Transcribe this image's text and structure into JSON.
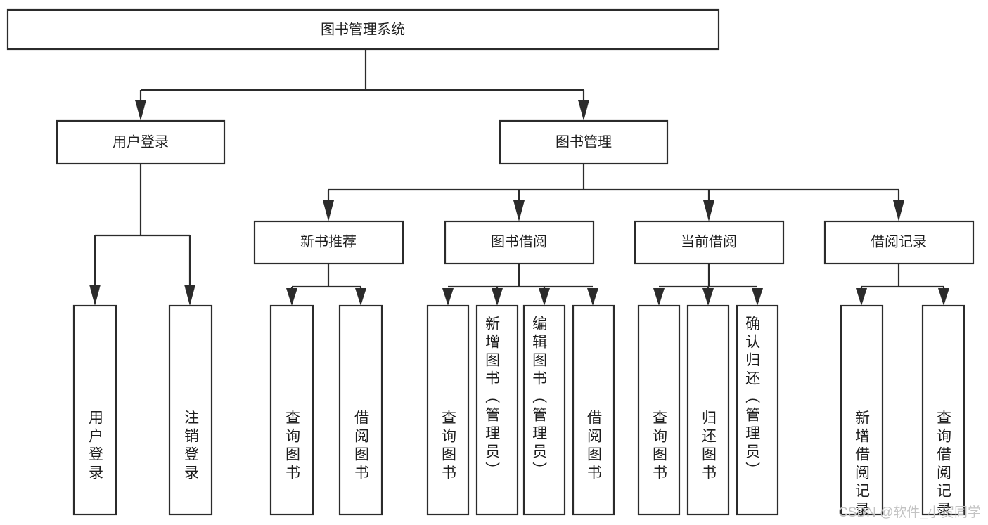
{
  "diagram": {
    "type": "tree-hierarchy",
    "orientation": "top-down",
    "title": "图书管理系统",
    "root": {
      "id": "root",
      "label": "图书管理系统"
    },
    "level2": [
      {
        "id": "user-login",
        "label": "用户登录"
      },
      {
        "id": "book-manage",
        "label": "图书管理"
      }
    ],
    "level3": [
      {
        "id": "new-book-recommend",
        "label": "新书推荐",
        "parent": "book-manage"
      },
      {
        "id": "book-borrow",
        "label": "图书借阅",
        "parent": "book-manage"
      },
      {
        "id": "current-borrow",
        "label": "当前借阅",
        "parent": "book-manage"
      },
      {
        "id": "borrow-record",
        "label": "借阅记录",
        "parent": "book-manage"
      }
    ],
    "leaves": [
      {
        "id": "leaf-user-login",
        "label": "用户登录",
        "parent": "user-login"
      },
      {
        "id": "leaf-user-logout",
        "label": "注销登录",
        "parent": "user-login"
      },
      {
        "id": "leaf-query-book-1",
        "label": "查询图书",
        "parent": "new-book-recommend"
      },
      {
        "id": "leaf-borrow-book-1",
        "label": "借阅图书",
        "parent": "new-book-recommend"
      },
      {
        "id": "leaf-query-book-2",
        "label": "查询图书",
        "parent": "book-borrow"
      },
      {
        "id": "leaf-add-book",
        "label": "新增图书（管理员）",
        "parent": "book-borrow"
      },
      {
        "id": "leaf-edit-book",
        "label": "编辑图书（管理员）",
        "parent": "book-borrow"
      },
      {
        "id": "leaf-borrow-book-2",
        "label": "借阅图书",
        "parent": "book-borrow"
      },
      {
        "id": "leaf-query-book-3",
        "label": "查询图书",
        "parent": "current-borrow"
      },
      {
        "id": "leaf-return-book",
        "label": "归还图书",
        "parent": "current-borrow"
      },
      {
        "id": "leaf-confirm-return",
        "label": "确认归还（管理员）",
        "parent": "current-borrow"
      },
      {
        "id": "leaf-add-record",
        "label": "新增借阅记录",
        "parent": "borrow-record"
      },
      {
        "id": "leaf-query-record",
        "label": "查询借阅记录",
        "parent": "borrow-record"
      }
    ],
    "colors": {
      "stroke": "#2b2b2b",
      "fill": "#ffffff",
      "text": "#1d1d1d",
      "watermark": "#c3c3c3"
    }
  },
  "watermark": {
    "text": "CSDN @软件_小贺同学"
  }
}
